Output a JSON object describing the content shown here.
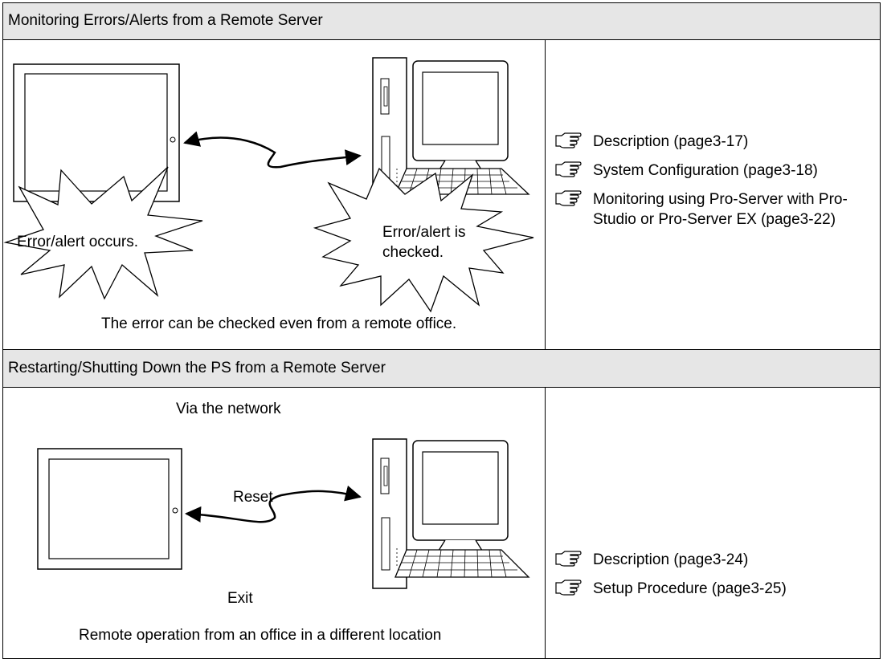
{
  "section1": {
    "title": "Monitoring Errors/Alerts from a Remote Server",
    "bubble_left": "Error/alert occurs.",
    "bubble_right_line1": "Error/alert is",
    "bubble_right_line2": "checked.",
    "caption": "The error can be checked even from a remote office.",
    "links": [
      {
        "text": "Description (page3-17)",
        "icon": "pointing-hand-icon"
      },
      {
        "text": "System Configuration (page3-18)",
        "icon": "pointing-hand-icon"
      },
      {
        "text": "Monitoring using Pro-Server with Pro-Studio or Pro-Server EX (page3-22)",
        "icon": "pointing-hand-icon"
      }
    ]
  },
  "section2": {
    "title": "Restarting/Shutting Down the PS from a Remote Server",
    "network_label": "Via the network",
    "reset_label": "Reset",
    "exit_label": "Exit",
    "caption": "Remote operation from an office in a different location",
    "links": [
      {
        "text": "Description (page3-24)",
        "icon": "pointing-hand-icon"
      },
      {
        "text": "Setup Procedure (page3-25)",
        "icon": "pointing-hand-icon"
      }
    ]
  }
}
